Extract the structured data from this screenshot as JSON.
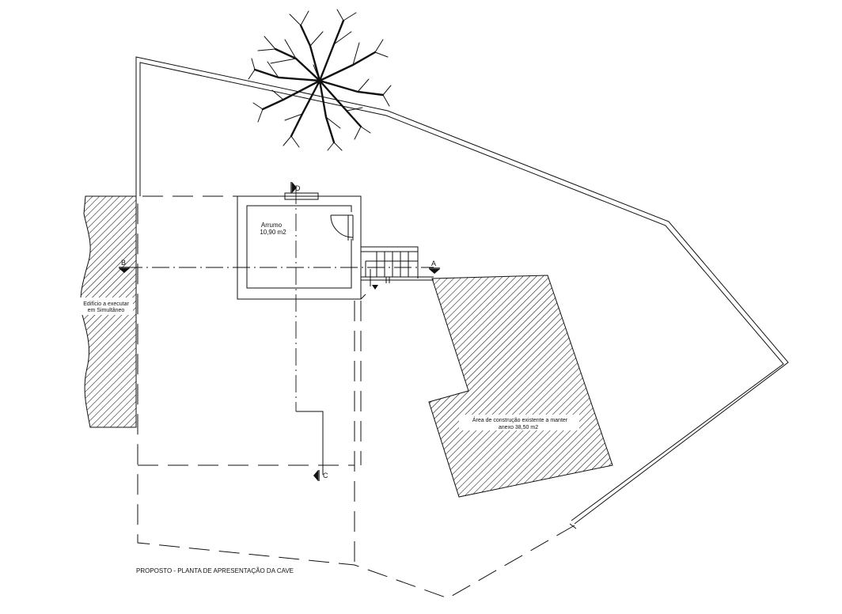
{
  "drawing": {
    "title": "PROPOSTO - PLANTA DE APRESENTAÇÃO DA CAVE"
  },
  "rooms": {
    "arrumo": {
      "name": "Arrumo",
      "area": "10,90 m2"
    }
  },
  "areas": {
    "existing": {
      "line1": "Área de construção existente a manter",
      "line2": "anexo 38,50 m2"
    },
    "neighbor": {
      "line1": "Edifício a executar",
      "line2": "em Simultâneo"
    }
  },
  "sections": {
    "a": "A",
    "b": "B",
    "c": "C",
    "d": "D"
  }
}
